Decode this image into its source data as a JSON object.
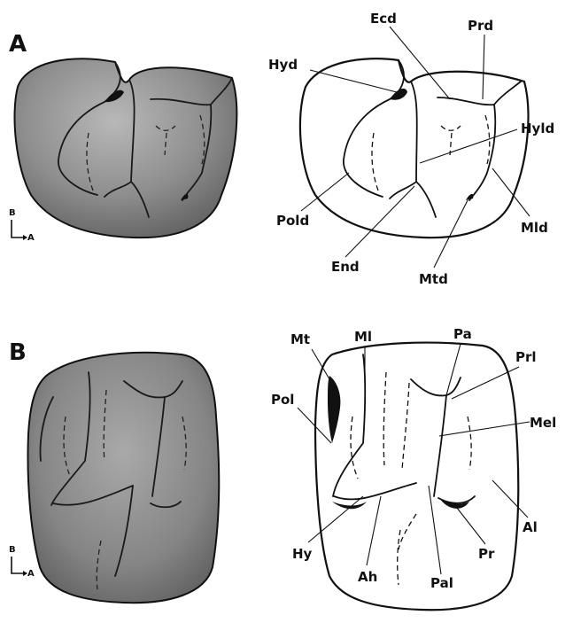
{
  "panels": [
    {
      "letter": "A",
      "orientation": {
        "vertical": "B",
        "horizontal": "A"
      },
      "labels": {
        "hyd": "Hyd",
        "ecd": "Ecd",
        "prd": "Prd",
        "hyld": "Hyld",
        "pold": "Pold",
        "end": "End",
        "mtd": "Mtd",
        "mld": "Mld"
      }
    },
    {
      "letter": "B",
      "orientation": {
        "vertical": "B",
        "horizontal": "A"
      },
      "labels": {
        "mt": "Mt",
        "ml": "Ml",
        "pa": "Pa",
        "prl": "Prl",
        "pol": "Pol",
        "mel": "Mel",
        "hy": "Hy",
        "al": "Al",
        "ah": "Ah",
        "pal": "Pal",
        "pr": "Pr"
      }
    }
  ]
}
